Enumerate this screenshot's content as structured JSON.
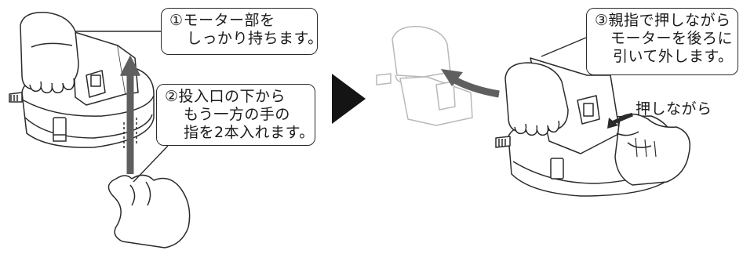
{
  "steps": {
    "step1": {
      "lines": [
        "①モーター部を",
        "しっかり持ちます。"
      ]
    },
    "step2": {
      "lines": [
        "②投入口の下から",
        "もう一方の手の",
        "指を2本入れます。"
      ]
    },
    "step3": {
      "lines": [
        "③親指で押しながら",
        "モーターを後ろに",
        "引いて外します。"
      ]
    }
  },
  "labels": {
    "pushing": "押しながら"
  },
  "colors": {
    "ink": "#2b2b2b",
    "arrow_gray": "#5f5f5f",
    "ghost": "#b9b9b9",
    "triangle": "#141414"
  }
}
